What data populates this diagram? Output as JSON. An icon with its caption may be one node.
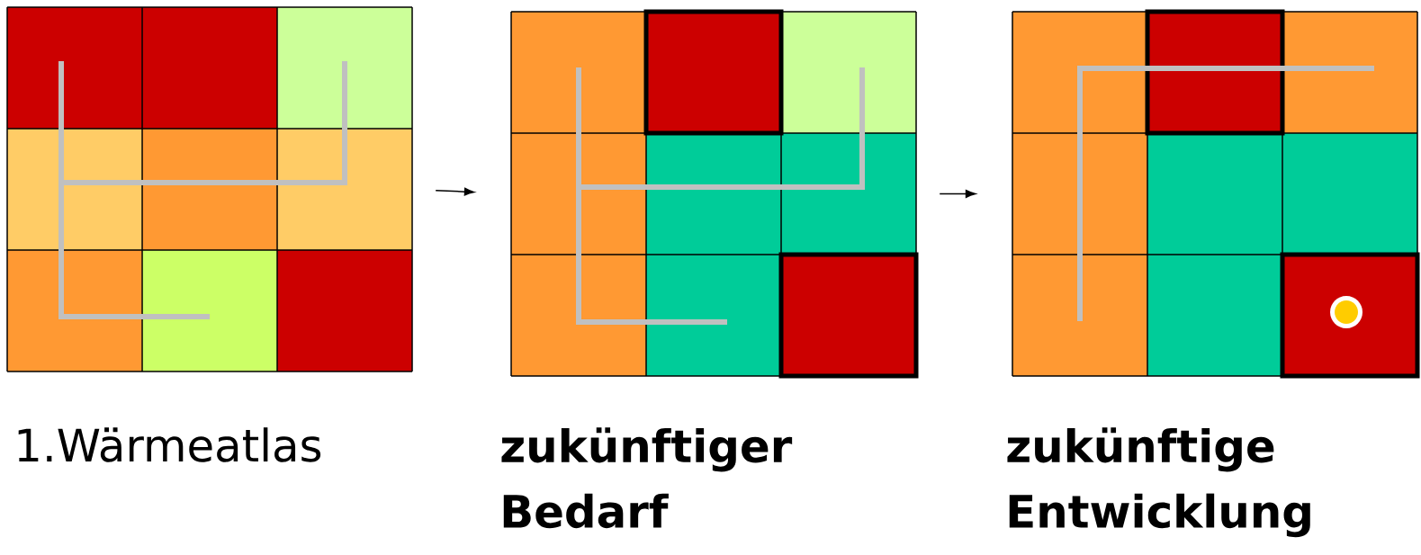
{
  "diagram": {
    "nodes": [
      {
        "text": [
          "1.Wärmeatlas"
        ]
      },
      {
        "text": [
          "zukünftiger Bedarf"
        ]
      },
      {
        "text": [
          "zukünftige Entwicklung"
        ]
      }
    ],
    "edges": [
      {
        "from": 0,
        "to": 1,
        "arrow": "to"
      },
      {
        "from": 1,
        "to": 2,
        "arrow": "to"
      }
    ]
  }
}
